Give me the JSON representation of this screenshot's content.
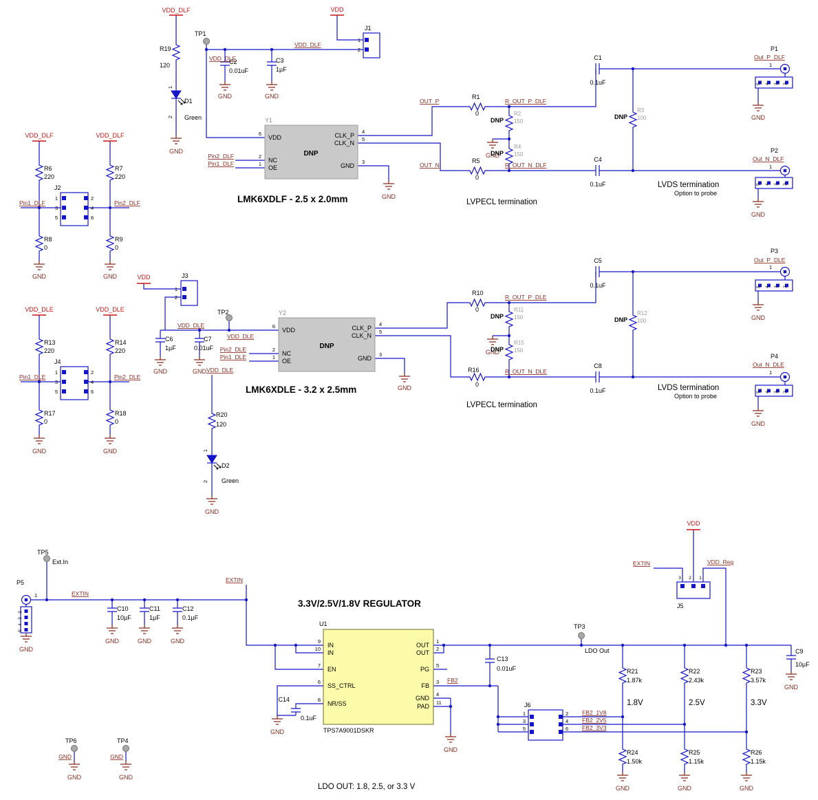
{
  "colors": {
    "wire": "#1414c8",
    "net_label": "#8a2b20",
    "power_label": "#c81414",
    "chip_fill": "#c9c9c9",
    "regulator_fill": "#fbfba9",
    "led": "#1414c8"
  },
  "common": {
    "gnd": "GND",
    "vdd": "VDD",
    "dnp": "DNP",
    "green": "Green",
    "nc": "NC",
    "oe": "OE",
    "clkp": "CLK_P",
    "clkn": "CLK_N",
    "lvds": "LVDS termination",
    "probe": "Option to probe",
    "lvpecl": "LVPECL termination",
    "r0": "0",
    "r100": "100",
    "r120": "120",
    "r150": "150",
    "r220": "220",
    "c01": "0.1uF",
    "c001": "0.01uF",
    "c1u": "1µF",
    "c10u": "10µF",
    "c01u": "0.1µF",
    "n1": "1",
    "n2": "2",
    "n3": "3",
    "n4": "4",
    "n5": "5",
    "n6": "6",
    "n7": "7",
    "n8": "8",
    "n9": "9",
    "n10": "10",
    "n11": "11"
  },
  "dlf": {
    "vdd_dlf": "VDD_DLF",
    "tp1": "TP1",
    "r19": "R19",
    "d1": "D1",
    "c2": "C2",
    "c3": "C3",
    "j1": "J1",
    "y1": "Y1",
    "pin1": "Pin1_DLF",
    "pin2": "Pin2_DLF",
    "title": "LMK6XDLF - 2.5 x 2.0mm",
    "r6": "R6",
    "r7": "R7",
    "j2": "J2",
    "r8": "R8",
    "r9": "R9",
    "out_p": "OUT_P",
    "out_n": "OUT_N",
    "r1": "R1",
    "r5": "R5",
    "r2": "R2",
    "r3": "R3",
    "r4": "R4",
    "routp": "R_OUT_P_DLF",
    "routn": "R_OUT_N_DLF",
    "c1": "C1",
    "c4": "C4",
    "p1": "P1",
    "p2": "P2",
    "outp_name": "Out_P_DLF",
    "outn_name": "Out_N_DLF"
  },
  "dle": {
    "vdd_dle": "VDD_DLE",
    "tp2": "TP2",
    "r20": "R20",
    "d2": "D2",
    "c6": "C6",
    "c7": "C7",
    "j3": "J3",
    "y2": "Y2",
    "pin1": "Pin1_DLE",
    "pin2": "Pin2_DLE",
    "title": "LMK6XDLE - 3.2 x 2.5mm",
    "r13": "R13",
    "r14": "R14",
    "j4": "J4",
    "r17": "R17",
    "r18": "R18",
    "r10": "R10",
    "r16": "R16",
    "r11": "R11",
    "r12": "R12",
    "r15": "R15",
    "routp": "R_OUT_P_DLE",
    "routn": "R_OUT_N_DLE",
    "c5": "C5",
    "c8": "C8",
    "p3": "P3",
    "p4": "P4",
    "outp_name": "Out_P_DLE",
    "outn_name": "Out_N_DLE"
  },
  "reg": {
    "tp5": "TP5",
    "extin_name": "Ext.In",
    "p5": "P5",
    "extin": "EXTIN",
    "c10": "C10",
    "c11": "C11",
    "c12": "C12",
    "title": "3.3V/2.5V/1.8V REGULATOR",
    "u1": "U1",
    "part": "TPS7A9001DSKR",
    "in": "IN",
    "en": "EN",
    "ss": "SS_CTRL",
    "nrss": "NR/SS",
    "out": "OUT",
    "pg": "PG",
    "fb": "FB",
    "pad": "PAD",
    "c14": "C14",
    "fb2": "FB2",
    "c13": "C13",
    "tp3": "TP3",
    "ldo_out": "LDO Out",
    "vdd_reg": "VDD_Reg",
    "j5": "J5",
    "j6": "J6",
    "r21": "R21",
    "r21v": "1.87k",
    "r22": "R22",
    "r22v": "2.43k",
    "r23": "R23",
    "r23v": "3.57k",
    "v18": "1.8V",
    "v25": "2.5V",
    "v33": "3.3V",
    "c9": "C9",
    "fb2_1v8": "FB2_1V8",
    "fb2_2v5": "FB2_2V5",
    "fb2_3v3": "FB2_3V3",
    "r24": "R24",
    "r24v": "1.50k",
    "r25": "R25",
    "r26": "R26",
    "r1_15k": "1.15k",
    "tp6": "TP6",
    "tp4": "TP4",
    "note": "LDO OUT: 1.8, 2.5, or 3.3 V"
  }
}
